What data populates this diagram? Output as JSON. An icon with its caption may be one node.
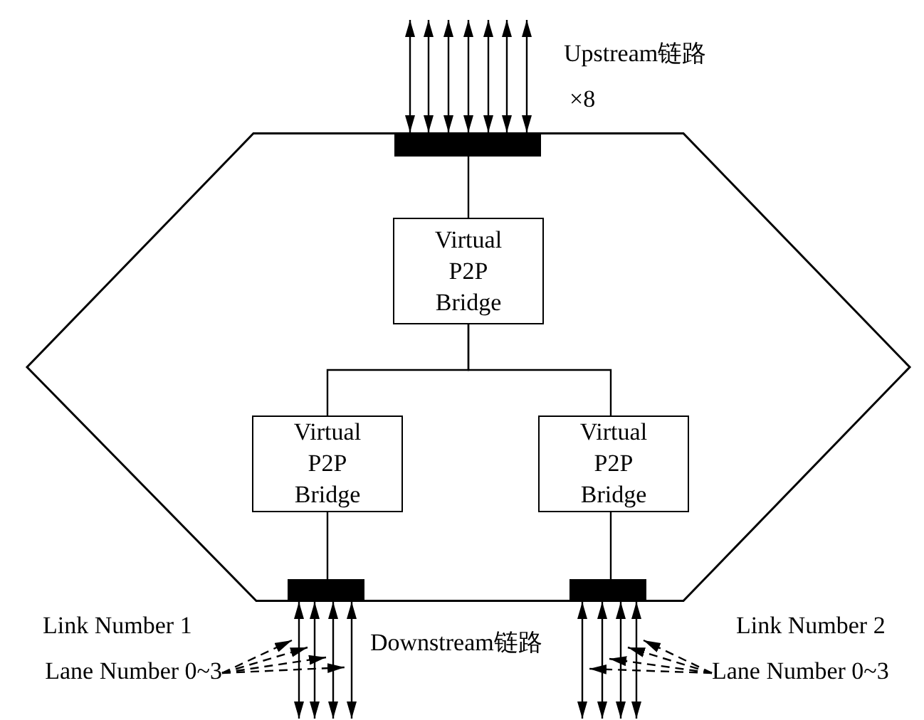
{
  "diagram": {
    "nodes": [
      {
        "text": [],
        "shape": "hexagon"
      },
      {
        "text": [],
        "shape": "bar",
        "in": 0
      },
      {
        "text": [
          "Virtual P2P Bridge"
        ],
        "in": 0
      },
      {
        "text": [
          "Virtual P2P Bridge"
        ],
        "in": 0
      },
      {
        "text": [
          "Virtual P2P Bridge"
        ],
        "in": 0
      },
      {
        "text": [],
        "shape": "bar",
        "in": 0
      },
      {
        "text": [],
        "shape": "bar",
        "in": 0
      },
      {
        "text": [
          "Lane Number 0~3"
        ]
      },
      {
        "text": [
          "Lane Number 0~3"
        ]
      }
    ],
    "edges": [
      {
        "from": 1,
        "to": 2,
        "arrow": "none"
      },
      {
        "from": 2,
        "to": 3,
        "arrow": "none"
      },
      {
        "from": 2,
        "to": 4,
        "arrow": "none"
      },
      {
        "from": 3,
        "to": 5,
        "arrow": "none"
      },
      {
        "from": 4,
        "to": 6,
        "arrow": "none"
      },
      {
        "from": null,
        "to": 1,
        "arrow": "both"
      },
      {
        "from": null,
        "to": 1,
        "arrow": "both"
      },
      {
        "from": null,
        "to": 1,
        "arrow": "both"
      },
      {
        "from": null,
        "to": 1,
        "arrow": "both"
      },
      {
        "from": null,
        "to": 1,
        "arrow": "both"
      },
      {
        "from": null,
        "to": 1,
        "arrow": "both"
      },
      {
        "from": null,
        "to": 1,
        "arrow": "both"
      },
      {
        "from": null,
        "to": 5,
        "arrow": "both"
      },
      {
        "from": null,
        "to": 5,
        "arrow": "both"
      },
      {
        "from": null,
        "to": 5,
        "arrow": "both"
      },
      {
        "from": null,
        "to": 5,
        "arrow": "both"
      },
      {
        "from": null,
        "to": 6,
        "arrow": "both"
      },
      {
        "from": null,
        "to": 6,
        "arrow": "both"
      },
      {
        "from": null,
        "to": 6,
        "arrow": "both"
      },
      {
        "from": null,
        "to": 6,
        "arrow": "both"
      },
      {
        "from": 7,
        "to": null,
        "arrow": "to",
        "style": "dashed"
      },
      {
        "from": 7,
        "to": null,
        "arrow": "to",
        "style": "dashed"
      },
      {
        "from": 7,
        "to": null,
        "arrow": "to",
        "style": "dashed"
      },
      {
        "from": 7,
        "to": null,
        "arrow": "to",
        "style": "dashed"
      },
      {
        "from": 8,
        "to": null,
        "arrow": "to",
        "style": "dashed"
      },
      {
        "from": 8,
        "to": null,
        "arrow": "to",
        "style": "dashed"
      },
      {
        "from": 8,
        "to": null,
        "arrow": "to",
        "style": "dashed"
      },
      {
        "from": 8,
        "to": null,
        "arrow": "to",
        "style": "dashed"
      }
    ],
    "labels": [
      "Upstream链路",
      "×8",
      "Link Number 1",
      "Downstream链路",
      "Link Number 2"
    ]
  }
}
